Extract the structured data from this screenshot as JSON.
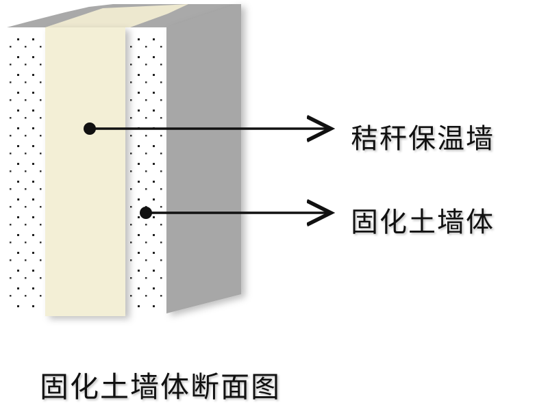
{
  "labels": {
    "straw_wall": "秸秆保温墙",
    "solidified_soil_wall": "固化土墙体"
  },
  "caption": "固化土墙体断面图",
  "colors": {
    "straw_panel": "#f3efd6",
    "soil_panel": "#a7a7a7",
    "top_slab": "#a9a9a9",
    "leader": "#111111"
  }
}
